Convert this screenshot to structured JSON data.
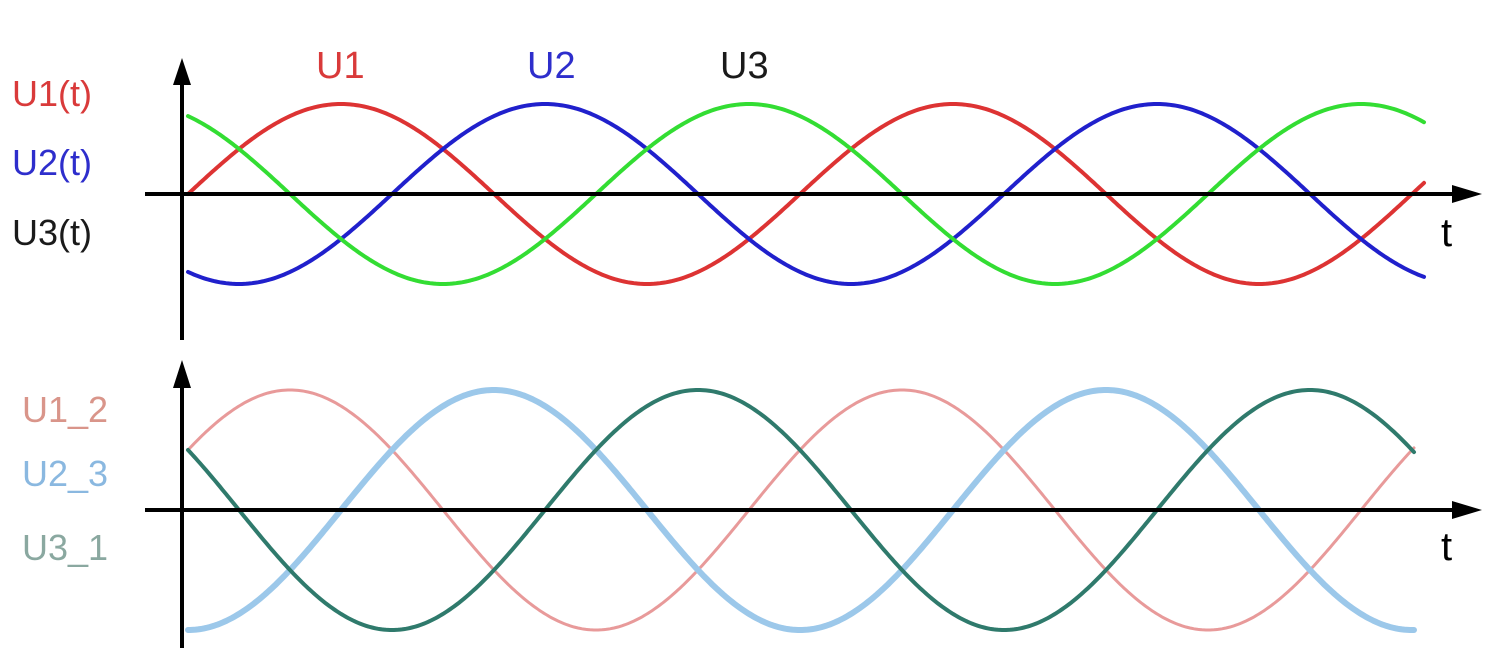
{
  "top_panel": {
    "y_labels": [
      {
        "text": "U1(t)",
        "color": "#d93a3a"
      },
      {
        "text": "U2(t)",
        "color": "#2e2ecc"
      },
      {
        "text": "U3(t)",
        "color": "#1a1a1a"
      }
    ],
    "curve_labels": [
      {
        "text": "U1",
        "color": "#d93a3a"
      },
      {
        "text": "U2",
        "color": "#2e2ecc"
      },
      {
        "text": "U3",
        "color": "#1a1a1a"
      }
    ],
    "x_axis_label": "t",
    "waves": [
      {
        "name": "U1",
        "color": "#dd3333",
        "phase_deg": 0
      },
      {
        "name": "U2",
        "color": "#2020cc",
        "phase_deg": -120
      },
      {
        "name": "U3",
        "color": "#33dd33",
        "phase_deg": 120
      }
    ]
  },
  "bottom_panel": {
    "y_labels": [
      {
        "text": "U1_2",
        "color": "#d9958a"
      },
      {
        "text": "U2_3",
        "color": "#8ab8e0"
      },
      {
        "text": "U3_1",
        "color": "#8aa8a0"
      }
    ],
    "x_axis_label": "t",
    "waves": [
      {
        "name": "U1_2",
        "color": "#e89a9a",
        "phase_deg": 30
      },
      {
        "name": "U2_3",
        "color": "#9cc8ea",
        "phase_deg": -90
      },
      {
        "name": "U3_1",
        "color": "#2f7a6c",
        "phase_deg": 150
      }
    ]
  },
  "axis_color": "#000000"
}
